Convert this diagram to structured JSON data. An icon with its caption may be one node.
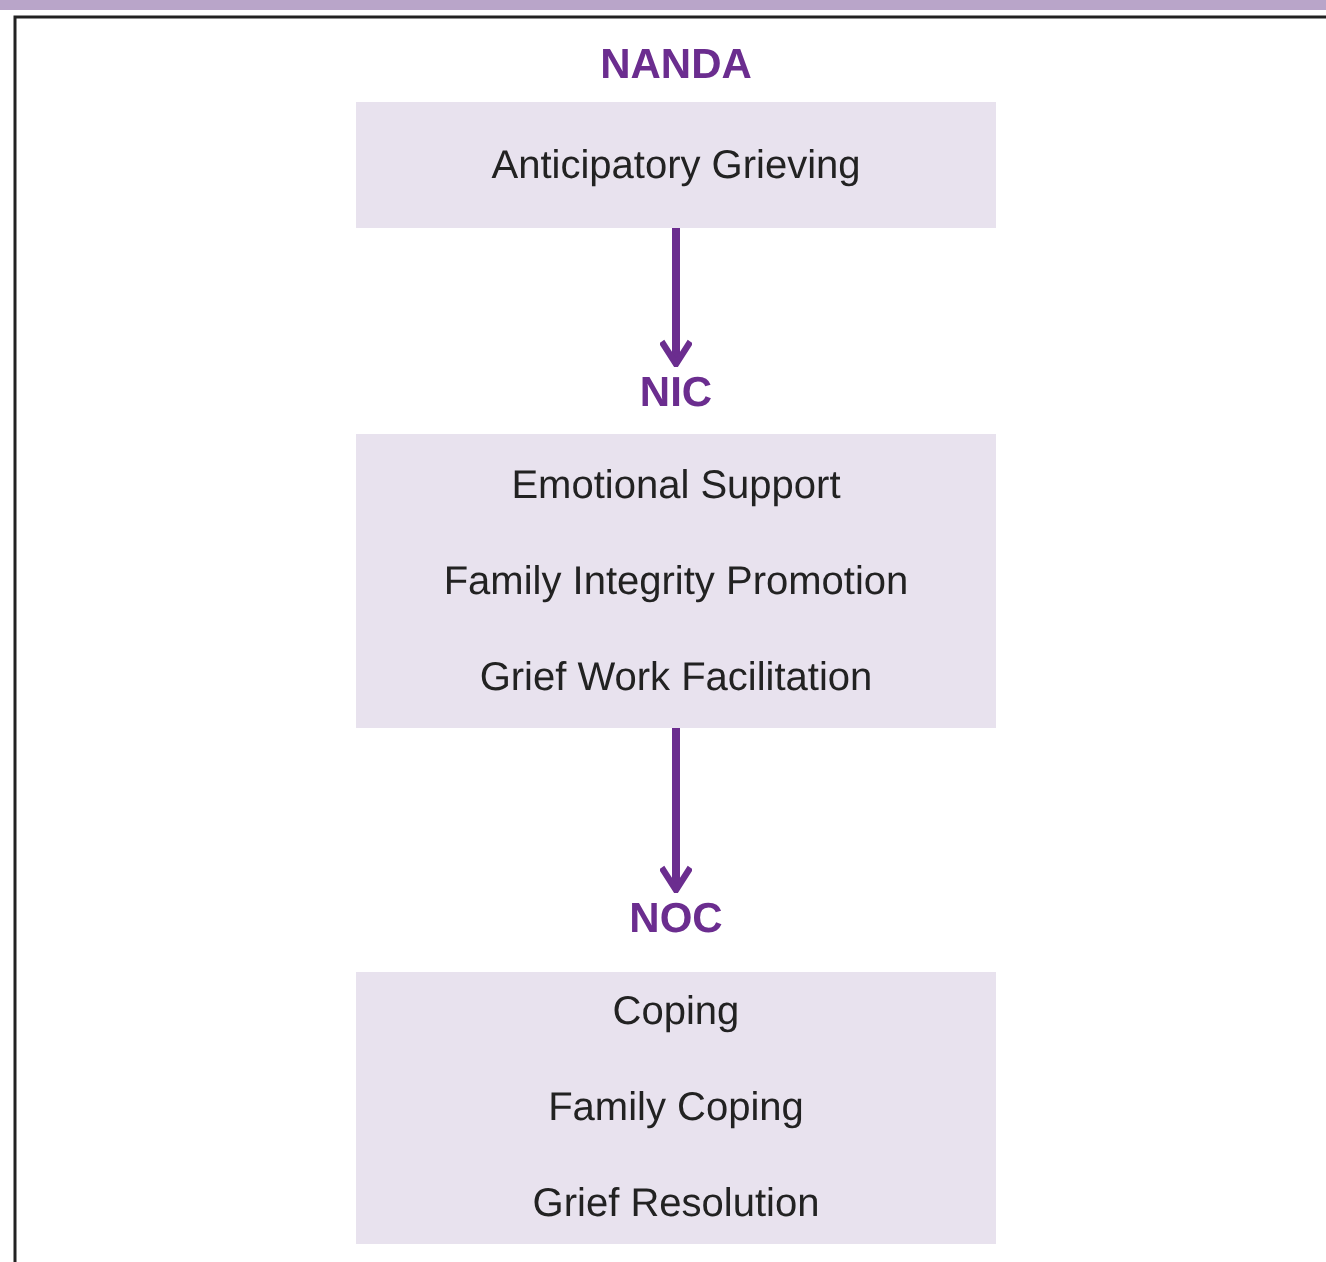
{
  "diagram": {
    "nodes": [
      {
        "text": [
          "NANDA",
          "Anticipatory Grieving"
        ]
      },
      {
        "text": [
          "NIC",
          "Emotional Support",
          "Family Integrity Promotion",
          "Grief Work Facilitation"
        ]
      },
      {
        "text": [
          "NOC",
          "Coping",
          "Family Coping",
          "Grief Resolution"
        ]
      }
    ],
    "edges": [
      {
        "from": 0,
        "to": 1,
        "arrow": "to"
      },
      {
        "from": 1,
        "to": 2,
        "arrow": "to"
      }
    ]
  }
}
